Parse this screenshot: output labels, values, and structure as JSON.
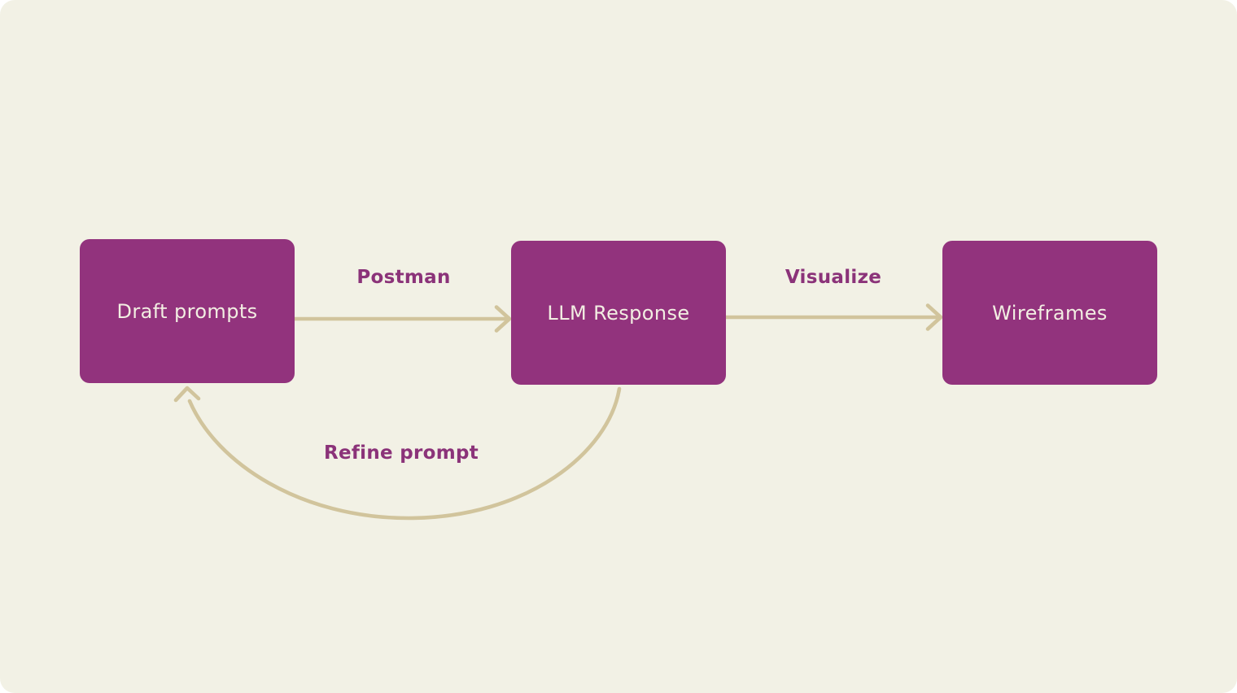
{
  "colors": {
    "page-bg": "#ffffff",
    "canvas-bg": "#f2f1e5",
    "node-fill": "#92337d",
    "node-text": "#f2eee2",
    "edge-stroke": "#d1c49c",
    "edge-label-text": "#8b3379"
  },
  "diagram": {
    "nodes": [
      {
        "id": "draft-prompts",
        "label": "Draft prompts"
      },
      {
        "id": "llm-response",
        "label": "LLM Response"
      },
      {
        "id": "wireframes",
        "label": "Wireframes"
      }
    ],
    "edges": [
      {
        "from": "draft-prompts",
        "to": "llm-response",
        "label": "Postman"
      },
      {
        "from": "llm-response",
        "to": "wireframes",
        "label": "Visualize"
      },
      {
        "from": "llm-response",
        "to": "draft-prompts",
        "label": "Refine prompt"
      }
    ]
  }
}
